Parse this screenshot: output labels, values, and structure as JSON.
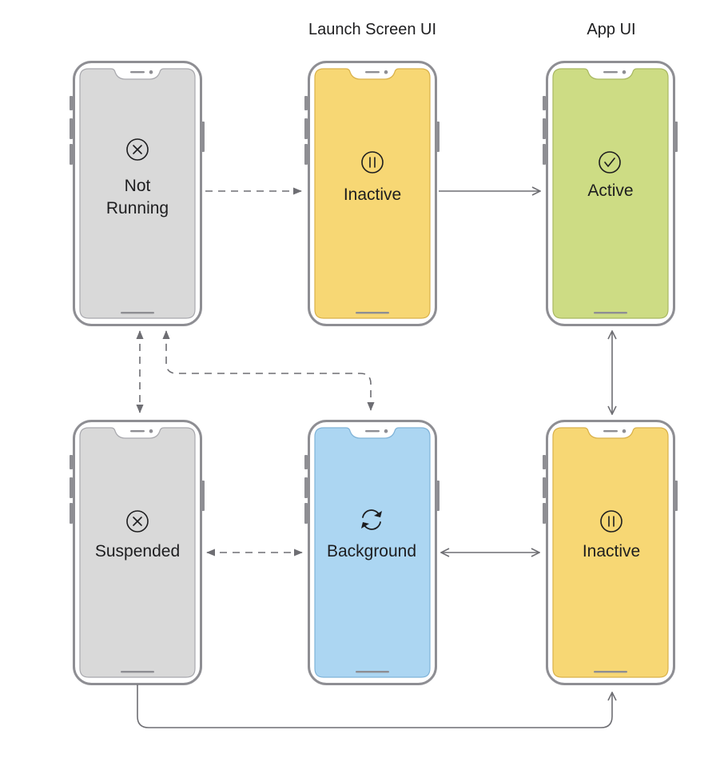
{
  "headers": {
    "launch_screen": "Launch Screen UI",
    "app": "App UI"
  },
  "phones": {
    "not_running": {
      "lines": [
        "Not",
        "Running"
      ],
      "icon": "x-circle-icon",
      "color": "#d9d9d9"
    },
    "launch_inactive": {
      "lines": [
        "Inactive"
      ],
      "icon": "pause-circle-icon",
      "color": "#f7d774"
    },
    "active": {
      "lines": [
        "Active"
      ],
      "icon": "checkmark-circle-icon",
      "color": "#cddc84"
    },
    "suspended": {
      "lines": [
        "Suspended"
      ],
      "icon": "x-circle-icon",
      "color": "#d9d9d9"
    },
    "background": {
      "lines": [
        "Background"
      ],
      "icon": "refresh-arrows-icon",
      "color": "#acd6f2"
    },
    "app_inactive": {
      "lines": [
        "Inactive"
      ],
      "icon": "pause-circle-icon",
      "color": "#f7d774"
    }
  },
  "colors": {
    "frame": "#8e8e93",
    "frame_fill": "#ffffff",
    "arrow": "#6e6e73"
  }
}
